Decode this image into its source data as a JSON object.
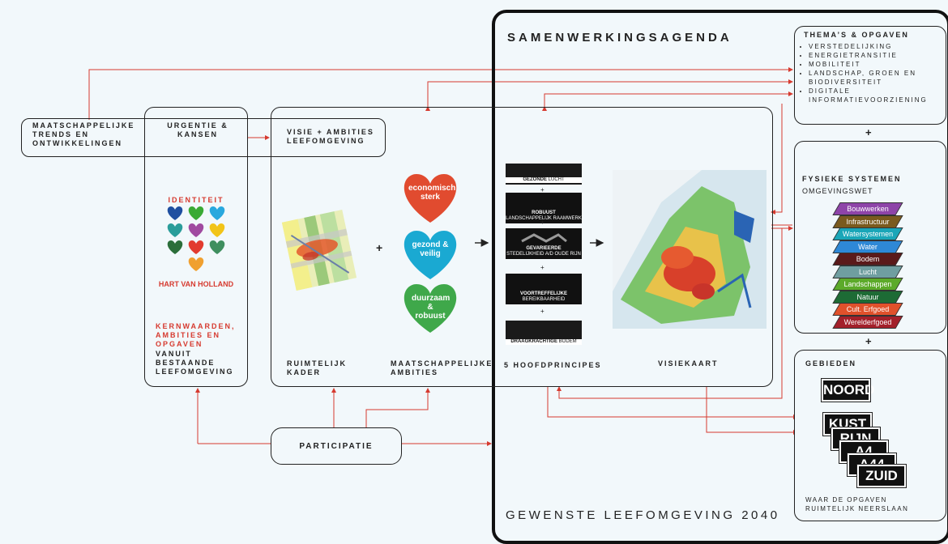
{
  "colors": {
    "accent": "#d63a2f",
    "line": "#222222",
    "background": "#f2f8fb"
  },
  "left_label": "MAATSCHAPPELIJKE TRENDS EN ONTWIKKELINGEN",
  "urgentie": {
    "title": "URGENTIE & KANSEN",
    "identiteit": "IDENTITEIT",
    "hart": "HART VAN HOLLAND",
    "kern_red": "KERNWAARDEN, AMBITIES EN OPGAVEN",
    "kern_black": "VANUIT BESTAANDE LEEFOMGEVING",
    "heart_colors": [
      "#1f4fa0",
      "#3aaa35",
      "#29a8de",
      "#2a9d9a",
      "#a04aa0",
      "#f2c418",
      "#2b6e3a",
      "#e23b2f",
      "#3f8f5f",
      "#f0a030"
    ]
  },
  "visie": {
    "title": "VISIE + AMBITIES LEEFOMGEVING",
    "plus": "+",
    "ruimtelijk": "RUIMTELIJK KADER",
    "maatschappelijk": "MAATSCHAPPELIJKE AMBITIES",
    "hearts": [
      {
        "label": "economisch sterk",
        "color": "#e14b2f"
      },
      {
        "label": "gezond & veilig",
        "color": "#1aa9d2"
      },
      {
        "label": "duurzaam & robuust",
        "color": "#3fa84a"
      }
    ]
  },
  "samenwerking": {
    "title": "SAMENWERKINGSAGENDA",
    "hoofdprincipes": "5 HOOFDPRINCIPES",
    "visiekaart": "VISIEKAART",
    "footer": "GEWENSTE LEEFOMGEVING 2040",
    "principles": [
      {
        "bold": "GEZONDE",
        "rest": "LUCHT"
      },
      {
        "bold": "ROBUUST",
        "rest": "LANDSCHAPPELIJK RAAMWERK"
      },
      {
        "bold": "GEVARIEERDE",
        "rest": "STEDELIJKHEID A/D OUDE RIJN"
      },
      {
        "bold": "VOORTREFFELIJKE",
        "rest": "BEREIKBAARHEID"
      },
      {
        "bold": "DRAAGKRACHTIGE",
        "rest": "BODEM"
      }
    ],
    "plus": "+"
  },
  "themas": {
    "title": "THEMA’S & OPGAVEN",
    "items": [
      "VERSTEDELIJKING",
      "ENERGIETRANSITIE",
      "MOBILITEIT",
      "LANDSCHAP, GROEN EN BIODIVERSITEIT",
      "DIGITALE INFORMATIEVOORZIENING"
    ]
  },
  "plus1": "+",
  "fysiek": {
    "title": "FYSIEKE SYSTEMEN",
    "subtitle": "OMGEVINGSWET",
    "layers": [
      {
        "label": "Bouwwerken",
        "color": "#8e44a8"
      },
      {
        "label": "Infrastructuur",
        "color": "#7a5a1e"
      },
      {
        "label": "Watersystemen",
        "color": "#1aa6b8"
      },
      {
        "label": "Water",
        "color": "#2e88d6"
      },
      {
        "label": "Bodem",
        "color": "#5a1a1a"
      },
      {
        "label": "Lucht",
        "color": "#6f9ea0"
      },
      {
        "label": "Landschappen",
        "color": "#5caa2a"
      },
      {
        "label": "Natuur",
        "color": "#1d6b35"
      },
      {
        "label": "Cult. Erfgoed",
        "color": "#e0512b"
      },
      {
        "label": "Werelderfgoed",
        "color": "#a3202a"
      }
    ]
  },
  "plus2": "+",
  "gebieden": {
    "title": "GEBIEDEN",
    "tags": [
      "NOORD",
      "KUST",
      "RIJN",
      "A4",
      "A44",
      "ZUID"
    ],
    "footer": "WAAR DE OPGAVEN RUIMTELIJK NEERSLAAN"
  },
  "participatie": "PARTICIPATIE"
}
